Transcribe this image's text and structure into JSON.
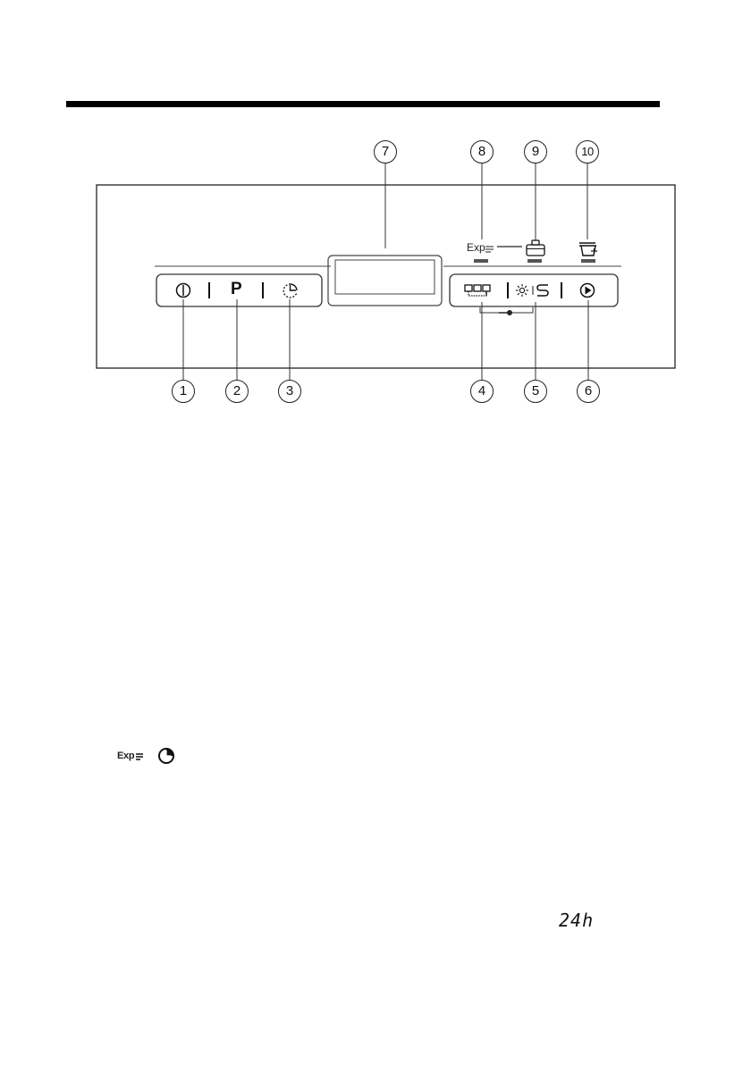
{
  "callouts_top": [
    "7",
    "8",
    "9",
    "10"
  ],
  "callouts_bottom": [
    "1",
    "2",
    "3",
    "4",
    "5",
    "6"
  ],
  "buttons": {
    "power_icon": "power-icon",
    "program_label": "P",
    "delay_icon": "delay-timer-icon",
    "half_load_icon": "half-load-icon",
    "extra_icon": "extra-dry-icon",
    "start_icon": "start-icon"
  },
  "indicators": {
    "express_text": "Exp",
    "rinse_aid_icon": "rinse-aid-icon",
    "salt_icon": "salt-icon"
  },
  "bottom_text": {
    "express_symbol": "Exp",
    "clock_icon": "clock-icon",
    "display_reading": "24h"
  }
}
